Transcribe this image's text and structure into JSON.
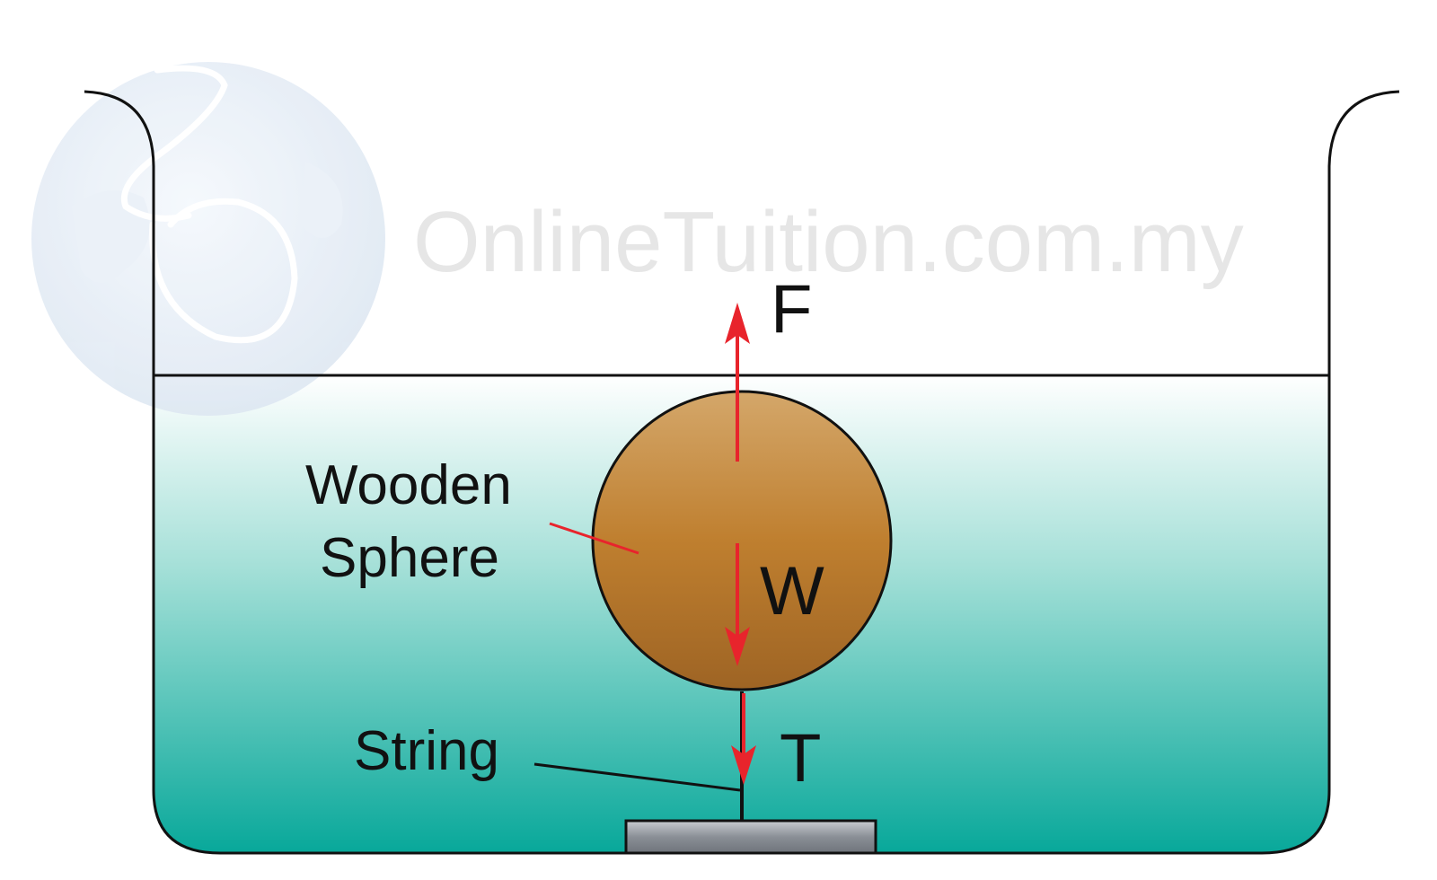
{
  "watermark": {
    "text": "OnlineTuition.com.my"
  },
  "labels": {
    "sphere_line1": "Wooden",
    "sphere_line2": "Sphere",
    "string": "String",
    "force_up": "F",
    "force_weight": "W",
    "force_tension": "T"
  },
  "colors": {
    "water_top": "#ffffff",
    "water_bottom": "#08a89a",
    "sphere_light": "#d4a76a",
    "sphere_mid": "#bf7f2f",
    "sphere_dark": "#9e6424",
    "arrow": "#e8242c",
    "outline": "#111111",
    "block": "#8a8f96"
  },
  "icons": {
    "watermark_logo": "globe-icon"
  }
}
